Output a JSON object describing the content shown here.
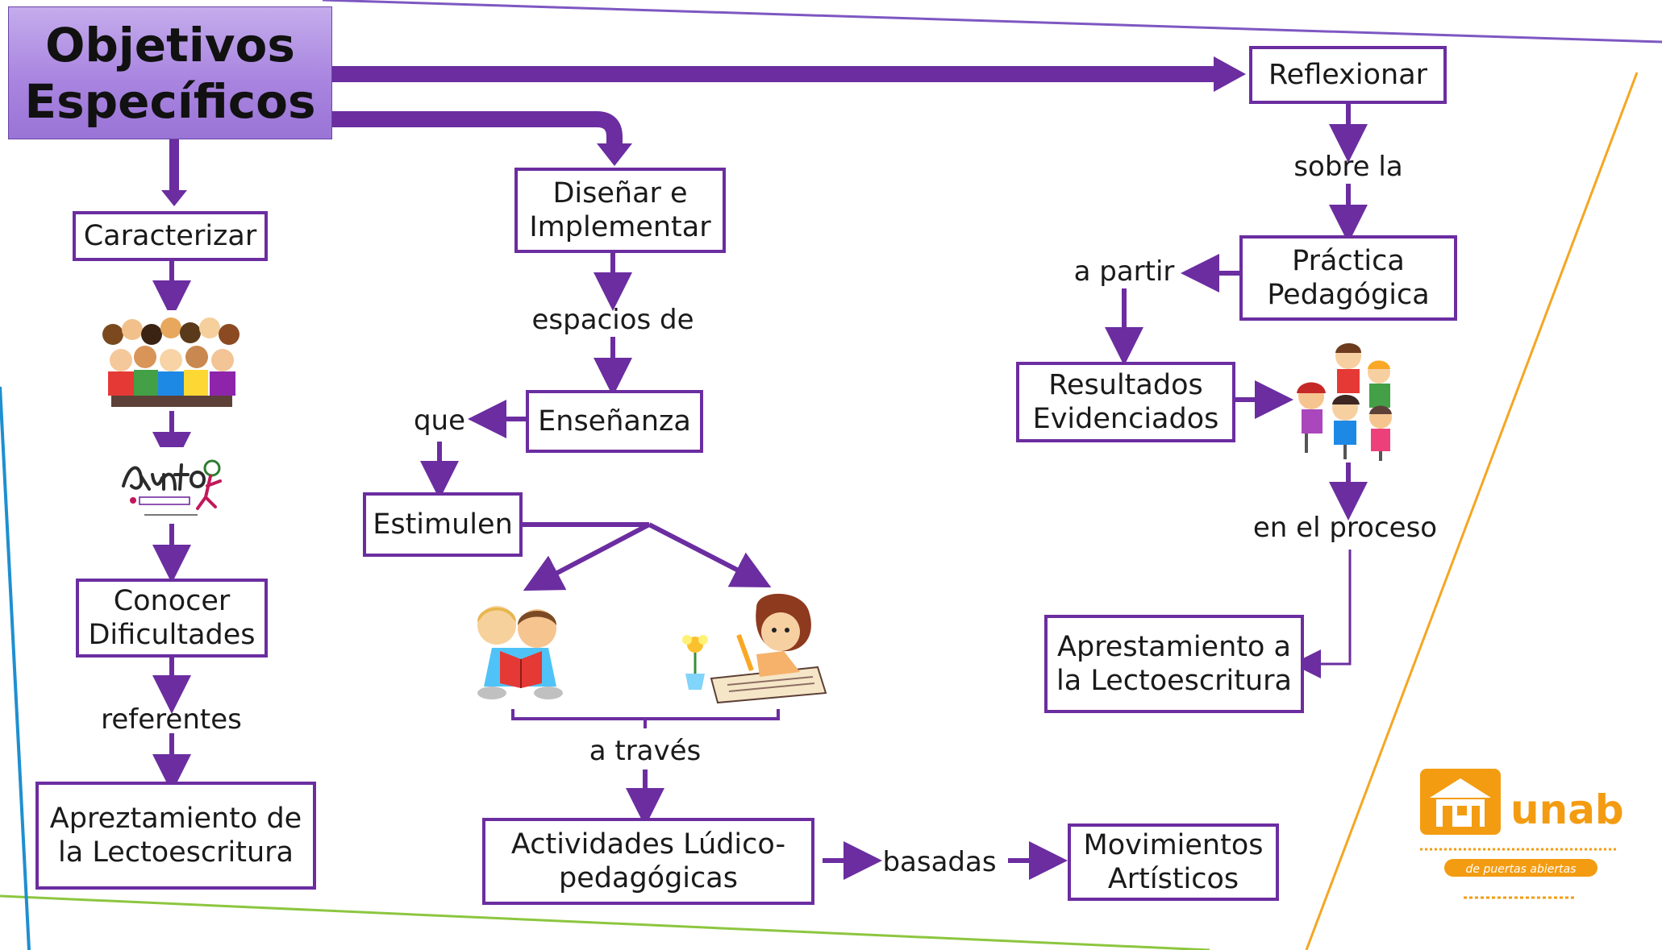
{
  "title": "Objetivos Específicos",
  "colors": {
    "accent": "#6b2da0",
    "title_bg": "#a985e0",
    "orange": "#f5a623",
    "blue_line": "#1e8fd0",
    "green_line": "#8cc63f"
  },
  "nodes": {
    "caracterizar": "Caracterizar",
    "conocer": "Conocer Dificultades",
    "apr_left": "Apreztamiento de la Lectoescritura",
    "disenar": "Diseñar e Implementar",
    "ensenanza": "Enseñanza",
    "estimulen": "Estimulen",
    "actividades": "Actividades Lúdico-pedagógicas",
    "movimientos": "Movimientos Artísticos",
    "reflexionar": "Reflexionar",
    "practica": "Práctica Pedagógica",
    "resultados": "Resultados Evidenciados",
    "apr_right": "Aprestamiento a la Lectoescritura"
  },
  "labels": {
    "referentes": "referentes",
    "espacios": "espacios de",
    "que": "que",
    "a_traves": "a través",
    "basadas": "basadas",
    "sobre": "sobre la",
    "a_partir": "a partir",
    "en_proceso": "en el proceso"
  },
  "images": {
    "crowd": "children-crowd-image",
    "punto_logo": "punto-de-partida-logo",
    "reading": "children-reading-image",
    "writing": "child-writing-image",
    "group": "children-group-image"
  },
  "logo": {
    "name": "unab",
    "tagline": "de puertas abiertas"
  }
}
